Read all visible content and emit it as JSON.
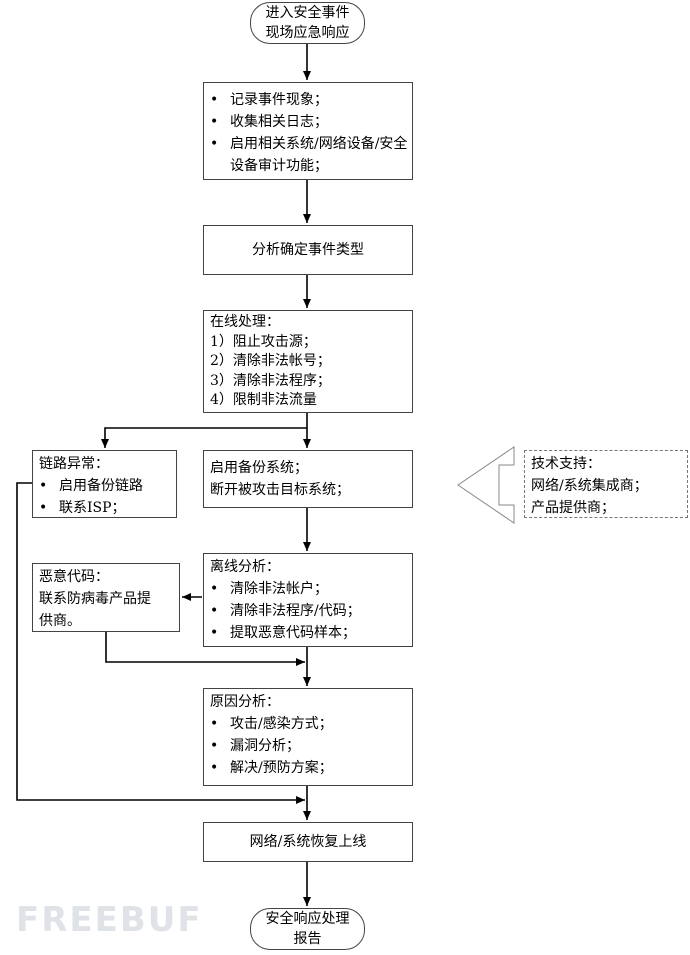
{
  "start": {
    "lines": [
      "进入安全事件",
      "现场应急响应"
    ]
  },
  "record": {
    "items": [
      "记录事件现象；",
      "收集相关日志；",
      "启用相关系统/网络设备/安全设备审计功能；"
    ]
  },
  "analyze_type": {
    "text": "分析确定事件类型"
  },
  "online": {
    "title": "在线处理：",
    "items": [
      "1）阻止攻击源；",
      "2）清除非法帐号；",
      "3）清除非法程序；",
      "4）限制非法流量"
    ]
  },
  "link": {
    "title": "链路异常：",
    "items": [
      "启用备份链路",
      "联系ISP；"
    ]
  },
  "backup": {
    "lines": [
      "启用备份系统；",
      "断开被攻击目标系统；"
    ]
  },
  "support": {
    "lines": [
      "技术支持：",
      "网络/系统集成商；",
      "产品提供商；"
    ]
  },
  "malware": {
    "lines": [
      "恶意代码：",
      "联系防病毒产品提",
      "供商。"
    ]
  },
  "offline": {
    "title": "离线分析：",
    "items": [
      "清除非法帐户；",
      "清除非法程序/代码；",
      "提取恶意代码样本；"
    ]
  },
  "cause": {
    "title": "原因分析：",
    "items": [
      "攻击/感染方式；",
      "漏洞分析；",
      "解决/预防方案；"
    ]
  },
  "recover": {
    "text": "网络/系统恢复上线"
  },
  "end": {
    "lines": [
      "安全响应处理",
      "报告"
    ]
  },
  "watermark": "FREEBUF",
  "colors": {
    "stroke": "#000000",
    "box_border": "#444444",
    "watermark": "#dfe3e8"
  }
}
